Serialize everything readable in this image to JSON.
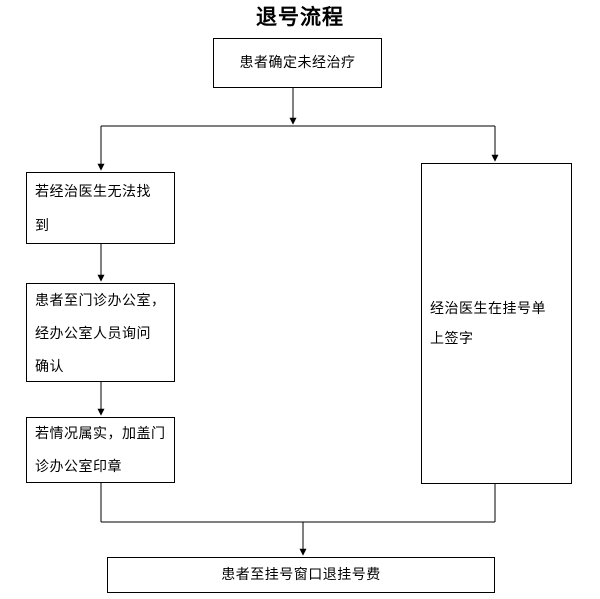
{
  "title": "退号流程",
  "nodes": {
    "patient_undecided": "患者确定未经治疗",
    "doctor_not_found": "若经治医生无法找\n到",
    "clinic_office": "患者至门诊办公室，\n经办公室人员询问\n确认",
    "office_stamp": "若情况属实，加盖门\n诊办公室印章",
    "doctor_sign": "经治医生在挂号单\n上签字",
    "refund_window": "患者至挂号窗口退挂号费"
  },
  "edges": [
    {
      "from": "patient_undecided",
      "to": "doctor_not_found"
    },
    {
      "from": "patient_undecided",
      "to": "doctor_sign"
    },
    {
      "from": "doctor_not_found",
      "to": "clinic_office"
    },
    {
      "from": "clinic_office",
      "to": "office_stamp"
    },
    {
      "from": "office_stamp",
      "to": "refund_window"
    },
    {
      "from": "doctor_sign",
      "to": "refund_window"
    }
  ]
}
